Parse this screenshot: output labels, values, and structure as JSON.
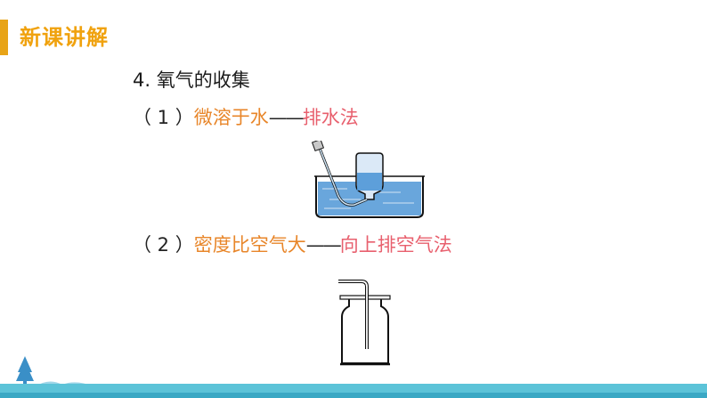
{
  "header": {
    "title": "新课讲解"
  },
  "section": {
    "title": "4.  氧气的收集"
  },
  "items": [
    {
      "num": "（ 1 ）",
      "property": "微溶于水",
      "dash": "——",
      "method": "排水法"
    },
    {
      "num": "（ 2 ）",
      "property": "密度比空气大",
      "dash": "——",
      "method": "向上排空气法"
    }
  ],
  "colors": {
    "header": "#f0a20e",
    "property": "#e8862a",
    "method": "#e8606e",
    "water": "#4f97d6"
  }
}
